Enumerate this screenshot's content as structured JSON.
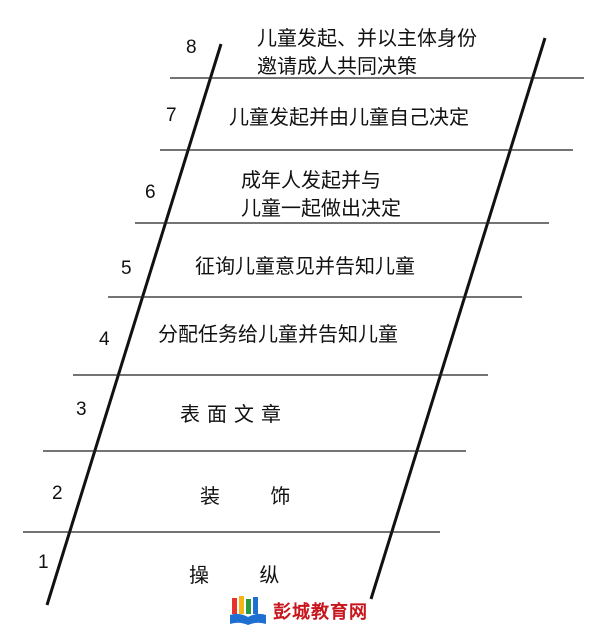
{
  "ladder": {
    "rungs": [
      {
        "number": "1",
        "lines": [
          "操  纵"
        ]
      },
      {
        "number": "2",
        "lines": [
          "装  饰"
        ]
      },
      {
        "number": "3",
        "lines": [
          "表面文章"
        ]
      },
      {
        "number": "4",
        "lines": [
          "分配任务给儿童并告知儿童"
        ]
      },
      {
        "number": "5",
        "lines": [
          "征询儿童意见并告知儿童"
        ]
      },
      {
        "number": "6",
        "lines": [
          "成年人发起并与",
          "儿童一起做出决定"
        ]
      },
      {
        "number": "7",
        "lines": [
          "儿童发起并由儿童自己决定"
        ]
      },
      {
        "number": "8",
        "lines": [
          "儿童发起、并以主体身份",
          "邀请成人共同决策"
        ]
      }
    ]
  },
  "watermark": {
    "brand": "彭城教育网",
    "book_colors": [
      "#e8312a",
      "#f5b417",
      "#2a9a3e",
      "#1f6fd1"
    ]
  }
}
